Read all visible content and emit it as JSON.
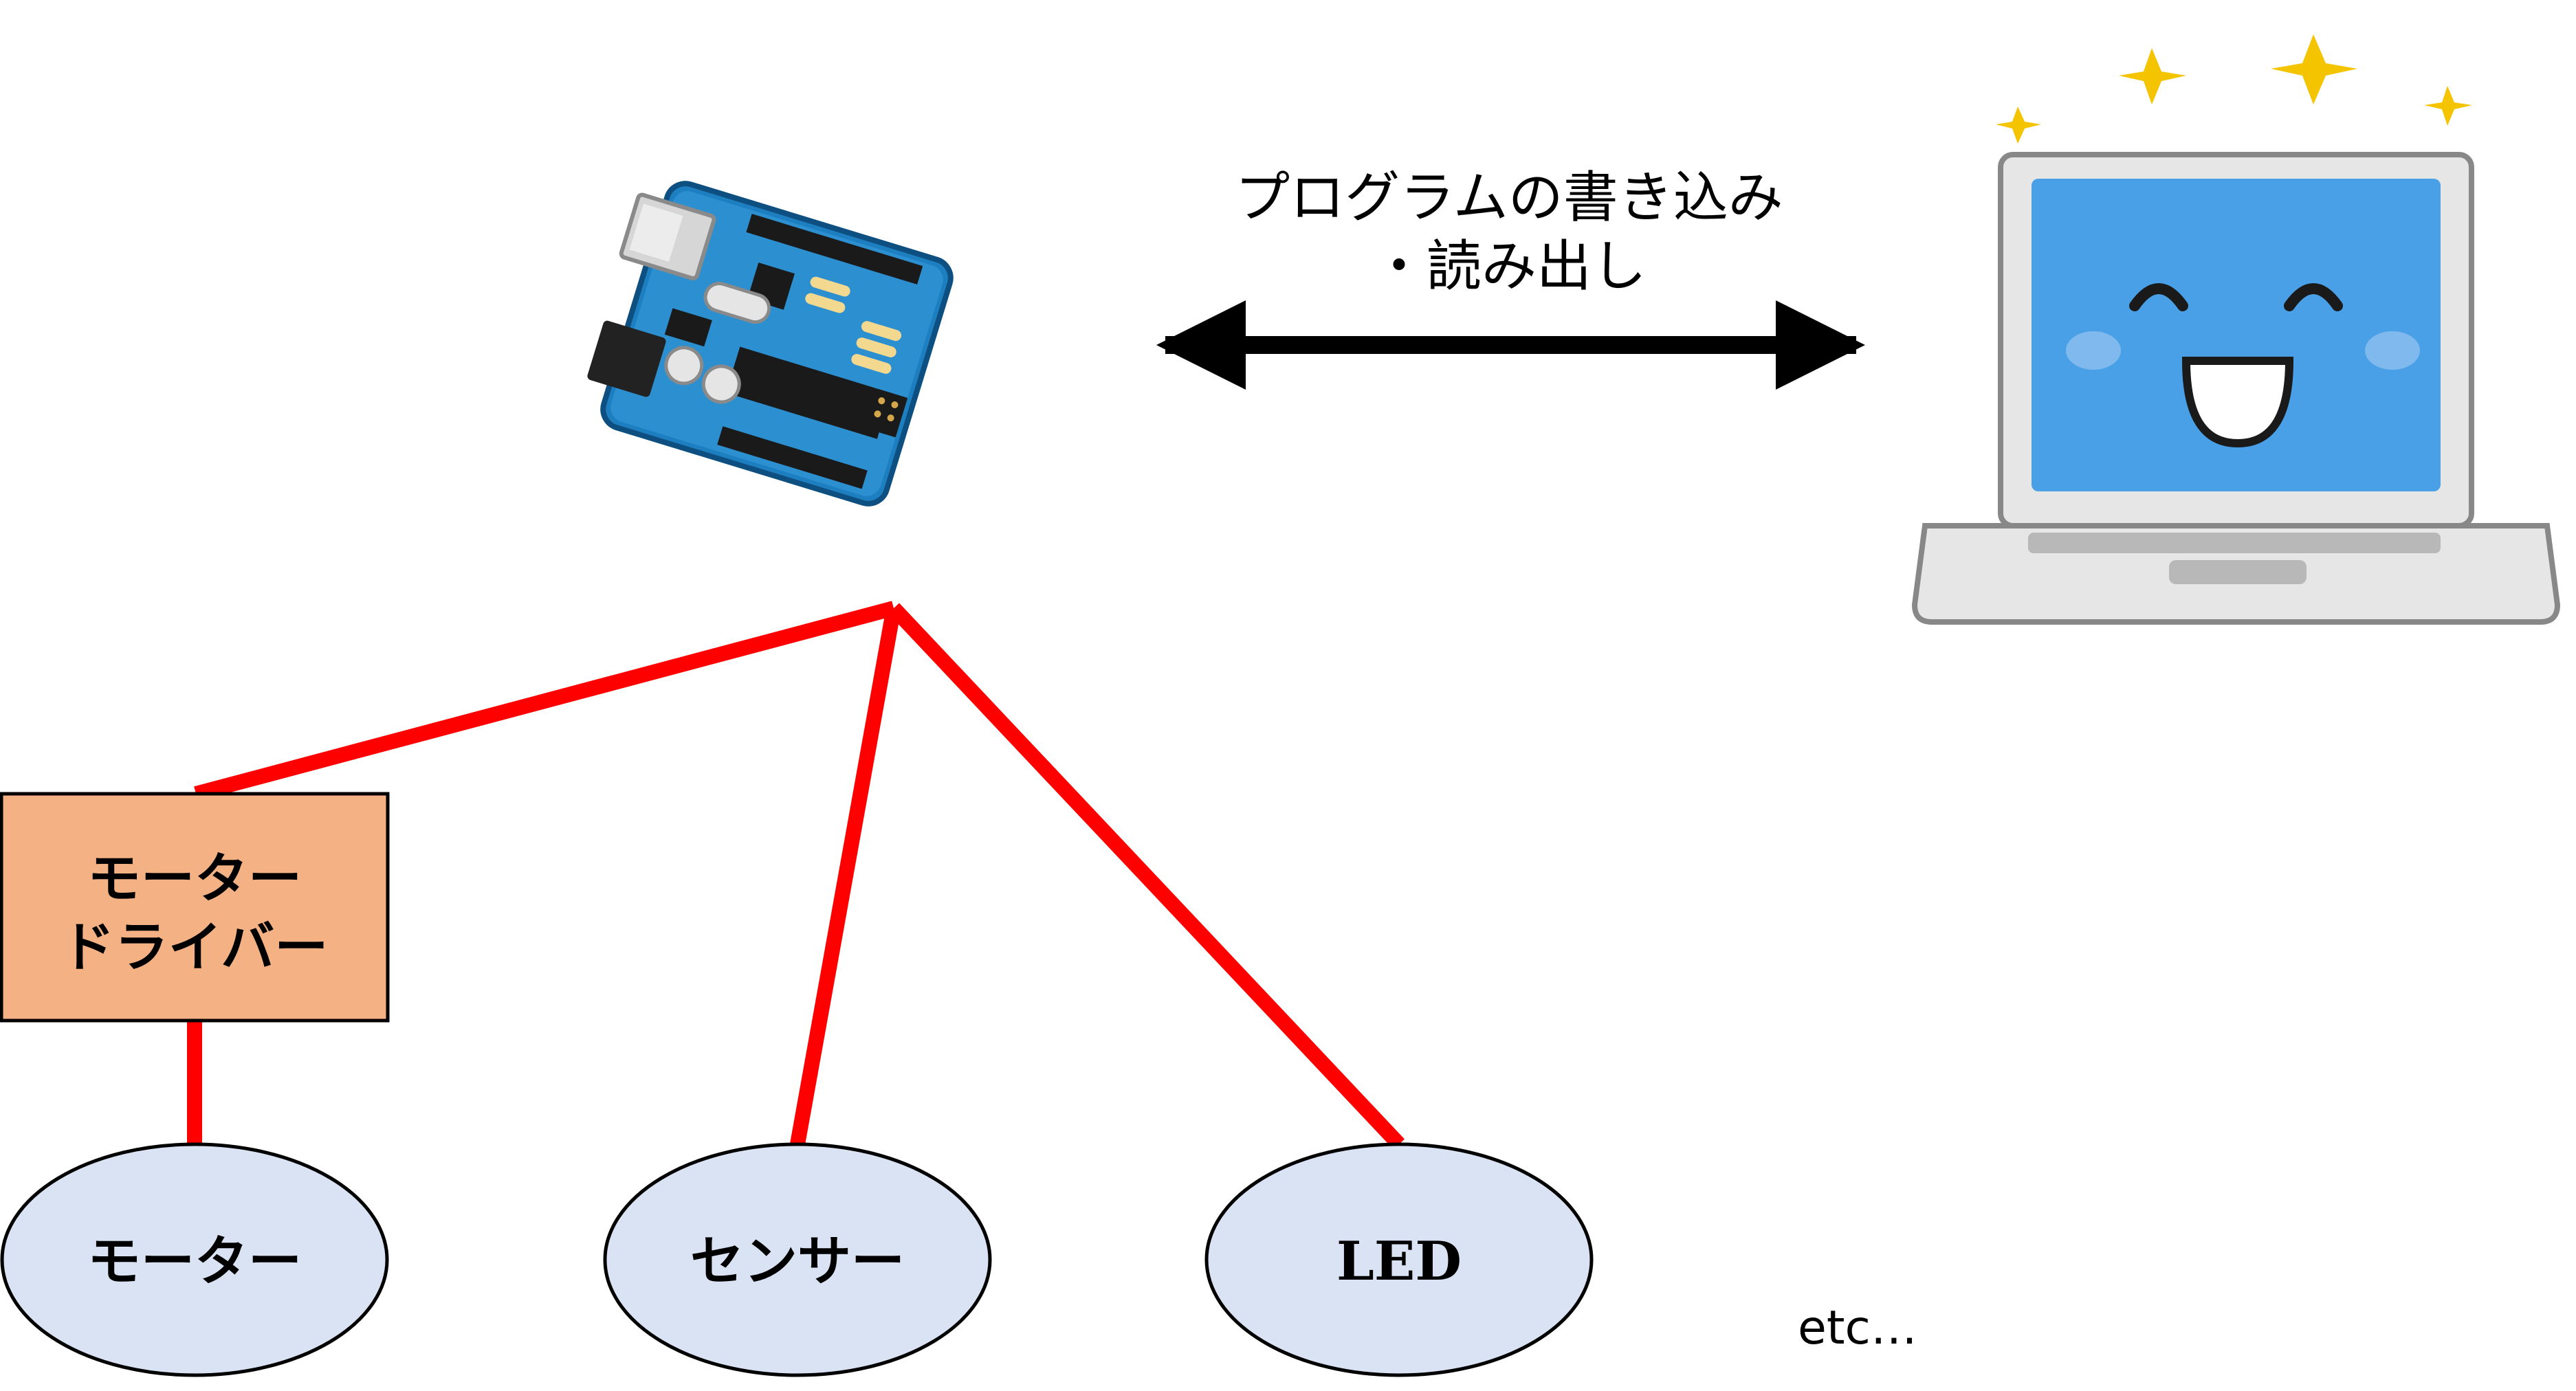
{
  "arrow_label": {
    "line1": "プログラムの書き込み",
    "line2": "・読み出し"
  },
  "nodes": {
    "motor_driver": {
      "line1": "モーター",
      "line2": "ドライバー"
    },
    "motor": "モーター",
    "sensor": "センサー",
    "led": "LED",
    "etc": "etc…"
  },
  "colors": {
    "wire": "#ff0000",
    "driver_fill": "#f4b183",
    "ellipse_fill": "#dae3f3",
    "board_blue": "#1e7fc0",
    "screen_blue": "#4aa0e6",
    "sparkle": "#f5c400"
  },
  "icons": [
    "arduino-board-icon",
    "laptop-icon",
    "sparkle-icon"
  ]
}
